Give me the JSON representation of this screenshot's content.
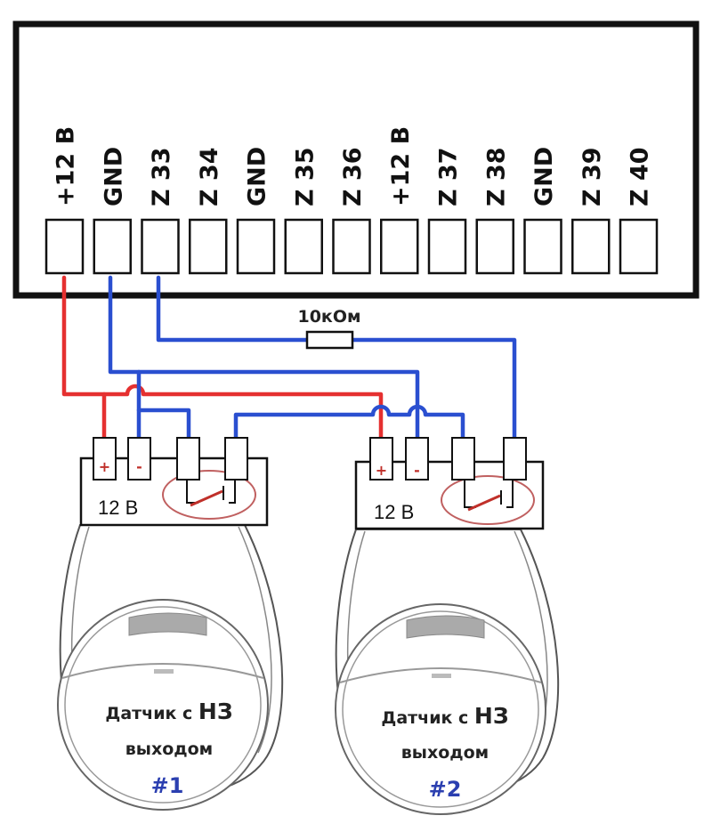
{
  "panel": {
    "terminals": [
      "+12 В",
      "GND",
      "Z 33",
      "Z 34",
      "GND",
      "Z 35",
      "Z 36",
      "+12 В",
      "Z 37",
      "Z 38",
      "GND",
      "Z 39",
      "Z 40"
    ]
  },
  "resistor": {
    "label": "10кОм"
  },
  "sensors": [
    {
      "plus": "+",
      "minus": "-",
      "voltage": "12 В",
      "title_prefix": "Датчик с ",
      "title_nz": "НЗ",
      "title_line2": "выходом",
      "number": "#1"
    },
    {
      "plus": "+",
      "minus": "-",
      "voltage": "12 В",
      "title_prefix": "Датчик с ",
      "title_nz": "НЗ",
      "title_line2": "выходом",
      "number": "#2"
    }
  ],
  "colors": {
    "power_wire": "#e53030",
    "ground_wire": "#2a4fd0",
    "zone_wire": "#2a4fd0",
    "panel_border": "#111111",
    "relay_contact": "#c0302a",
    "highlight_ellipse": "#c06060",
    "sensor_number": "#2b3fb0"
  }
}
